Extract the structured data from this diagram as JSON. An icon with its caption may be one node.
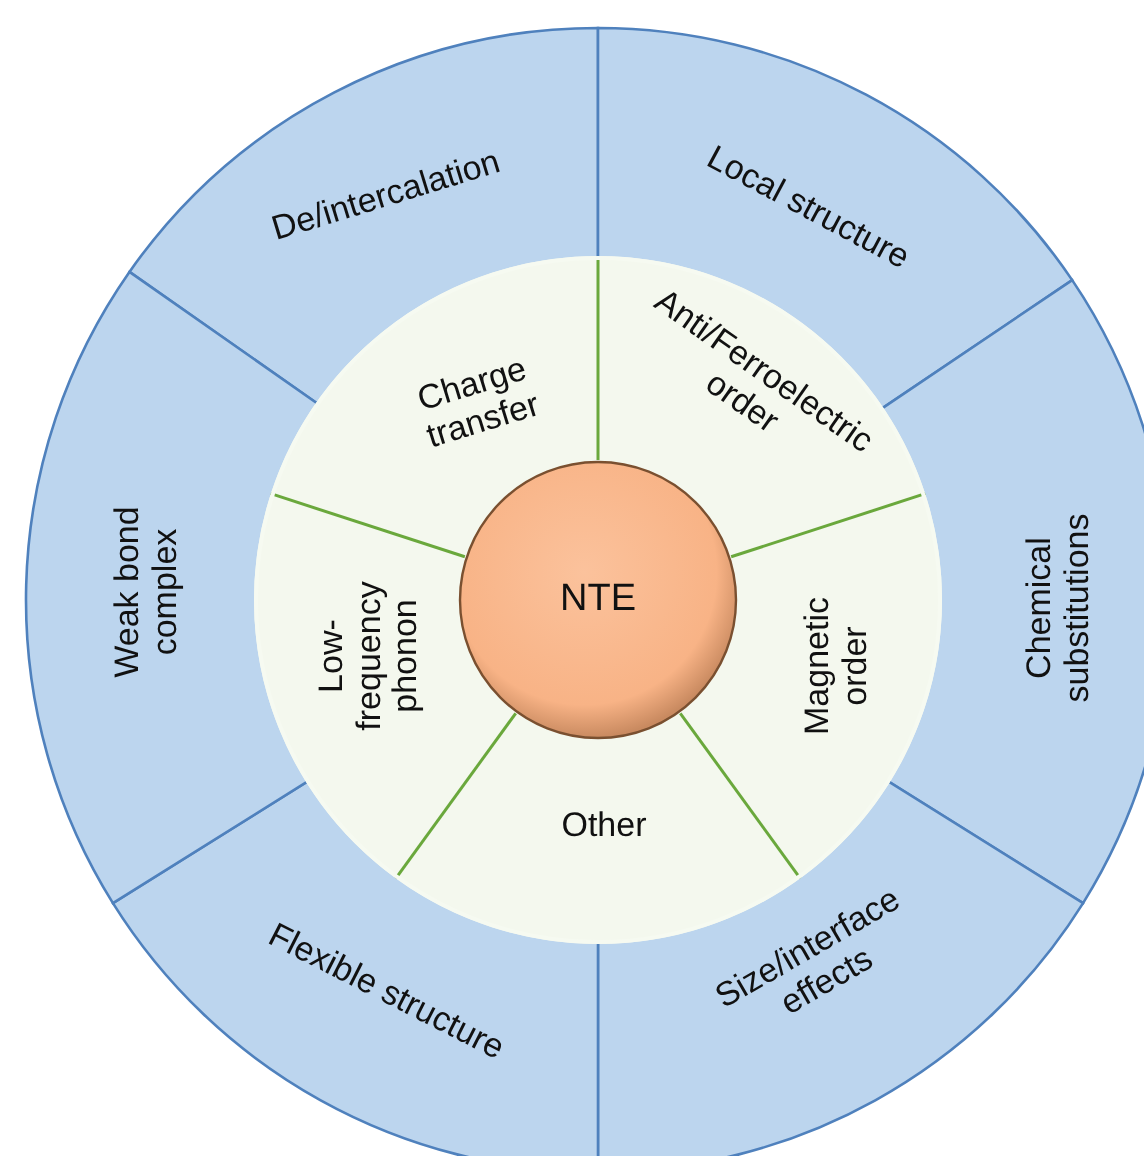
{
  "diagram": {
    "nodes": [
      {
        "text": [
          "De/intercalation"
        ]
      },
      {
        "text": [
          "Local structure"
        ]
      },
      {
        "text": [
          "Chemical substitutions"
        ]
      },
      {
        "text": [
          "Size/interface effects"
        ]
      },
      {
        "text": [
          "Flexible structure"
        ]
      },
      {
        "text": [
          "Weak bond complex"
        ]
      },
      {
        "text": [
          "Charge transfer"
        ]
      },
      {
        "text": [
          "Anti/Ferroelectric order"
        ]
      },
      {
        "text": [
          "Magnetic order"
        ]
      },
      {
        "text": [
          "Other"
        ]
      },
      {
        "text": [
          "Low-frequency phonon"
        ]
      },
      {
        "text": [
          "NTE"
        ]
      }
    ]
  }
}
